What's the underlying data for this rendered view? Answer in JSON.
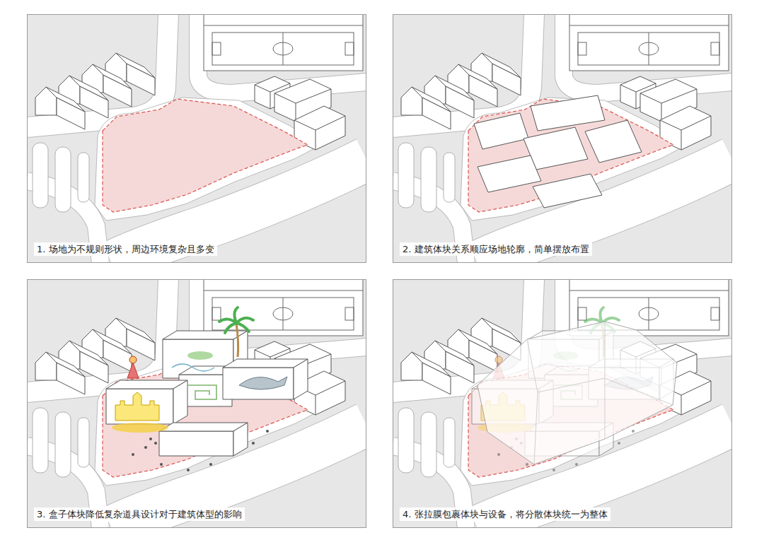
{
  "diagram": {
    "nodes": [
      {
        "text": [
          "1. 场地为不规则形状，周边环境复杂且多变"
        ]
      },
      {
        "text": [
          "2. 建筑体块关系顺应场地轮廓，简单摆放布置"
        ]
      },
      {
        "text": [
          "3. 盒子体块降低复杂道具设计对于建筑体型的影响"
        ]
      },
      {
        "text": [
          "4. 张拉膜包裹体块与设备，将分散体块统一为整体"
        ]
      }
    ]
  }
}
